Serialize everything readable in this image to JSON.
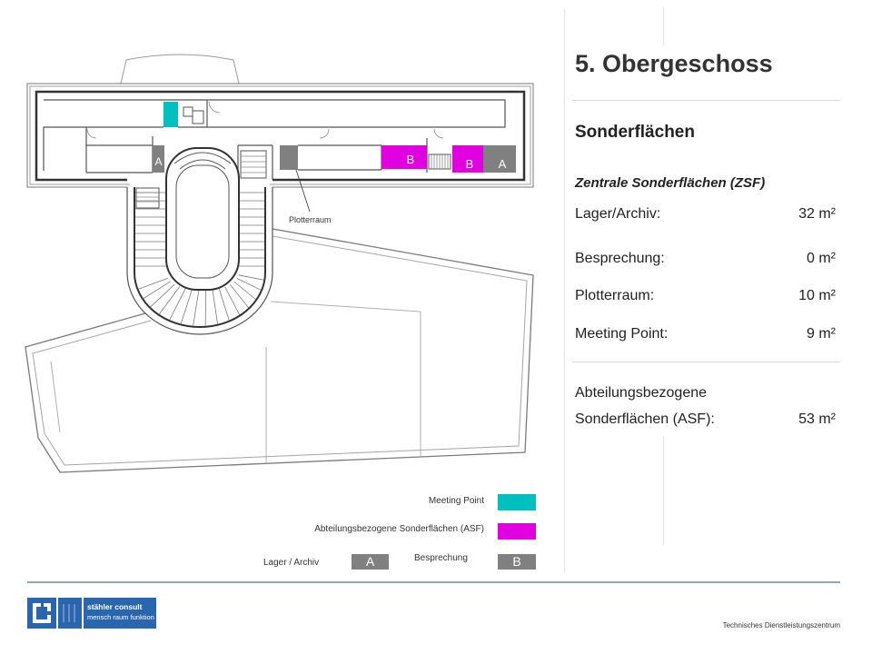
{
  "slide": {
    "title": "5. Obergeschoss",
    "section_heading": "Sonderflächen",
    "zsf_heading": "Zentrale Sonderflächen (ZSF)",
    "zsf_rows": [
      {
        "label": "Lager/Archiv:",
        "value": "32 m²"
      },
      {
        "label": "Besprechung:",
        "value": "0 m²"
      },
      {
        "label": "Plotterraum:",
        "value": "10 m²"
      },
      {
        "label": "Meeting Point:",
        "value": "9 m²"
      }
    ],
    "asf": {
      "label_line1": "Abteilungsbezogene",
      "label_line2": "Sonderflächen (ASF):",
      "value": "53 m²"
    }
  },
  "floor_plan": {
    "labels": {
      "a_left": "A",
      "b_center": "B",
      "b_right": "B",
      "a_right": "A"
    },
    "plotter_callout": "Plotterraum"
  },
  "legend": {
    "meeting_point": "Meeting Point",
    "asf": "Abteilungsbezogene Sonderflächen (ASF)",
    "lager_archiv": "Lager / Archiv",
    "lager_archiv_code": "A",
    "besprechung": "Besprechung",
    "besprechung_code": "B"
  },
  "footer": {
    "brand_name": "stähler consult",
    "brand_tagline": "mensch raum funktion",
    "project_name": "Technisches Dienstleistungszentrum"
  },
  "colors": {
    "meeting_point": "#00bfbf",
    "asf": "#e000e0",
    "zsf": "#808080",
    "brand_blue": "#2a66ad"
  }
}
